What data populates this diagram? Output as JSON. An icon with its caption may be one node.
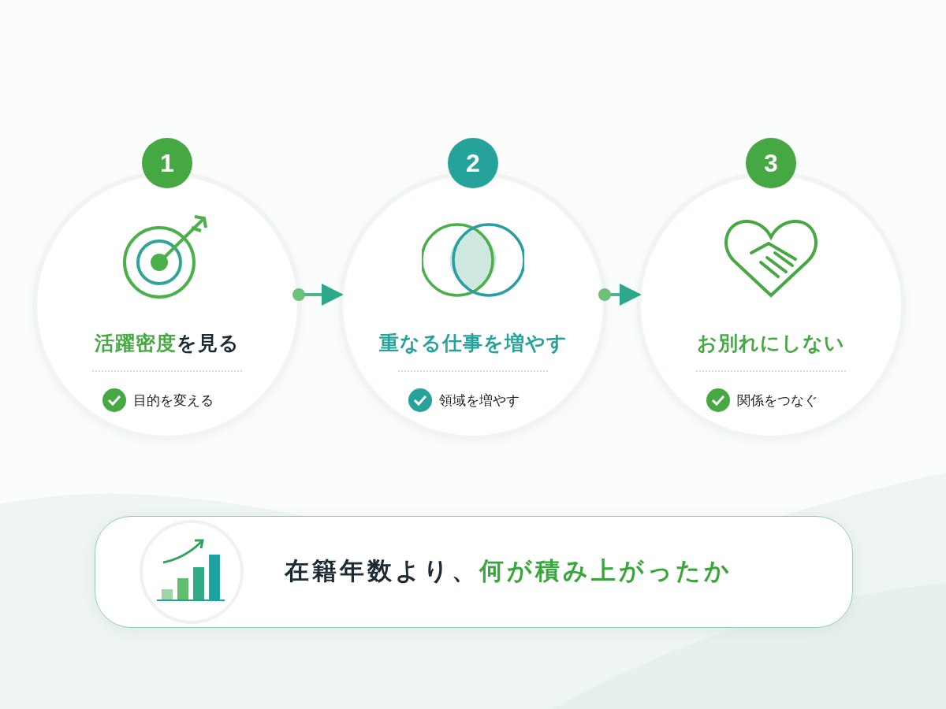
{
  "diagram": {
    "nodes": [
      {
        "text": [
          "1",
          "**活躍密度**を見る",
          "目的を変える"
        ]
      },
      {
        "text": [
          "2",
          "重なる仕事を増やす",
          "領域を増やす"
        ]
      },
      {
        "text": [
          "3",
          "お別れにしない",
          "関係をつなぐ"
        ]
      },
      {
        "text": [
          "在籍年数より、**何が積み上がったか**"
        ]
      }
    ],
    "edges": [
      {
        "from": 0,
        "to": 1,
        "arrow": "to"
      },
      {
        "from": 1,
        "to": 2,
        "arrow": "to"
      }
    ]
  }
}
